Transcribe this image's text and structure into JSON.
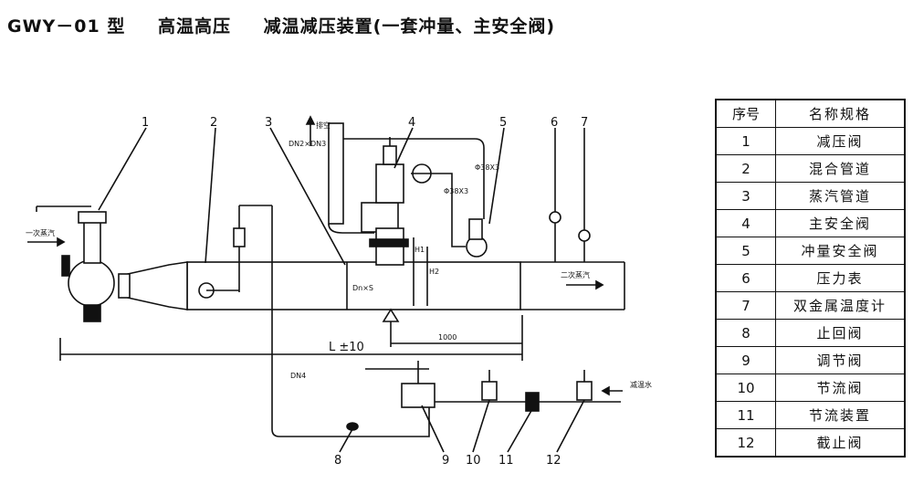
{
  "title": {
    "model": "GWY－01 型",
    "subtitle": "高温高压",
    "name": "减温减压装置(一套冲量、主安全阀)"
  },
  "labels": {
    "inlet_steam": "一次蒸汽",
    "outlet_steam": "二次蒸汽",
    "cooling_water": "减温水",
    "length": "L ±10",
    "dim_1000": "1000",
    "dn4": "DN4",
    "vent": "排空",
    "dn2_dn3": "DN2×DN3",
    "h1": "H1",
    "h2": "H2",
    "dn1": "Dn×S",
    "tag_a": "Φ38X3",
    "tag_b": "Φ38X3"
  },
  "callouts": [
    "1",
    "2",
    "3",
    "4",
    "5",
    "6",
    "7",
    "8",
    "9",
    "10",
    "11",
    "12"
  ],
  "parts_table": {
    "headers": [
      "序号",
      "名称规格"
    ],
    "rows": [
      {
        "no": "1",
        "name": "减压阀"
      },
      {
        "no": "2",
        "name": "混合管道"
      },
      {
        "no": "3",
        "name": "蒸汽管道"
      },
      {
        "no": "4",
        "name": "主安全阀"
      },
      {
        "no": "5",
        "name": "冲量安全阀"
      },
      {
        "no": "6",
        "name": "压力表"
      },
      {
        "no": "7",
        "name": "双金属温度计"
      },
      {
        "no": "8",
        "name": "止回阀"
      },
      {
        "no": "9",
        "name": "调节阀"
      },
      {
        "no": "10",
        "name": "节流阀"
      },
      {
        "no": "11",
        "name": "节流装置"
      },
      {
        "no": "12",
        "name": "截止阀"
      }
    ]
  }
}
